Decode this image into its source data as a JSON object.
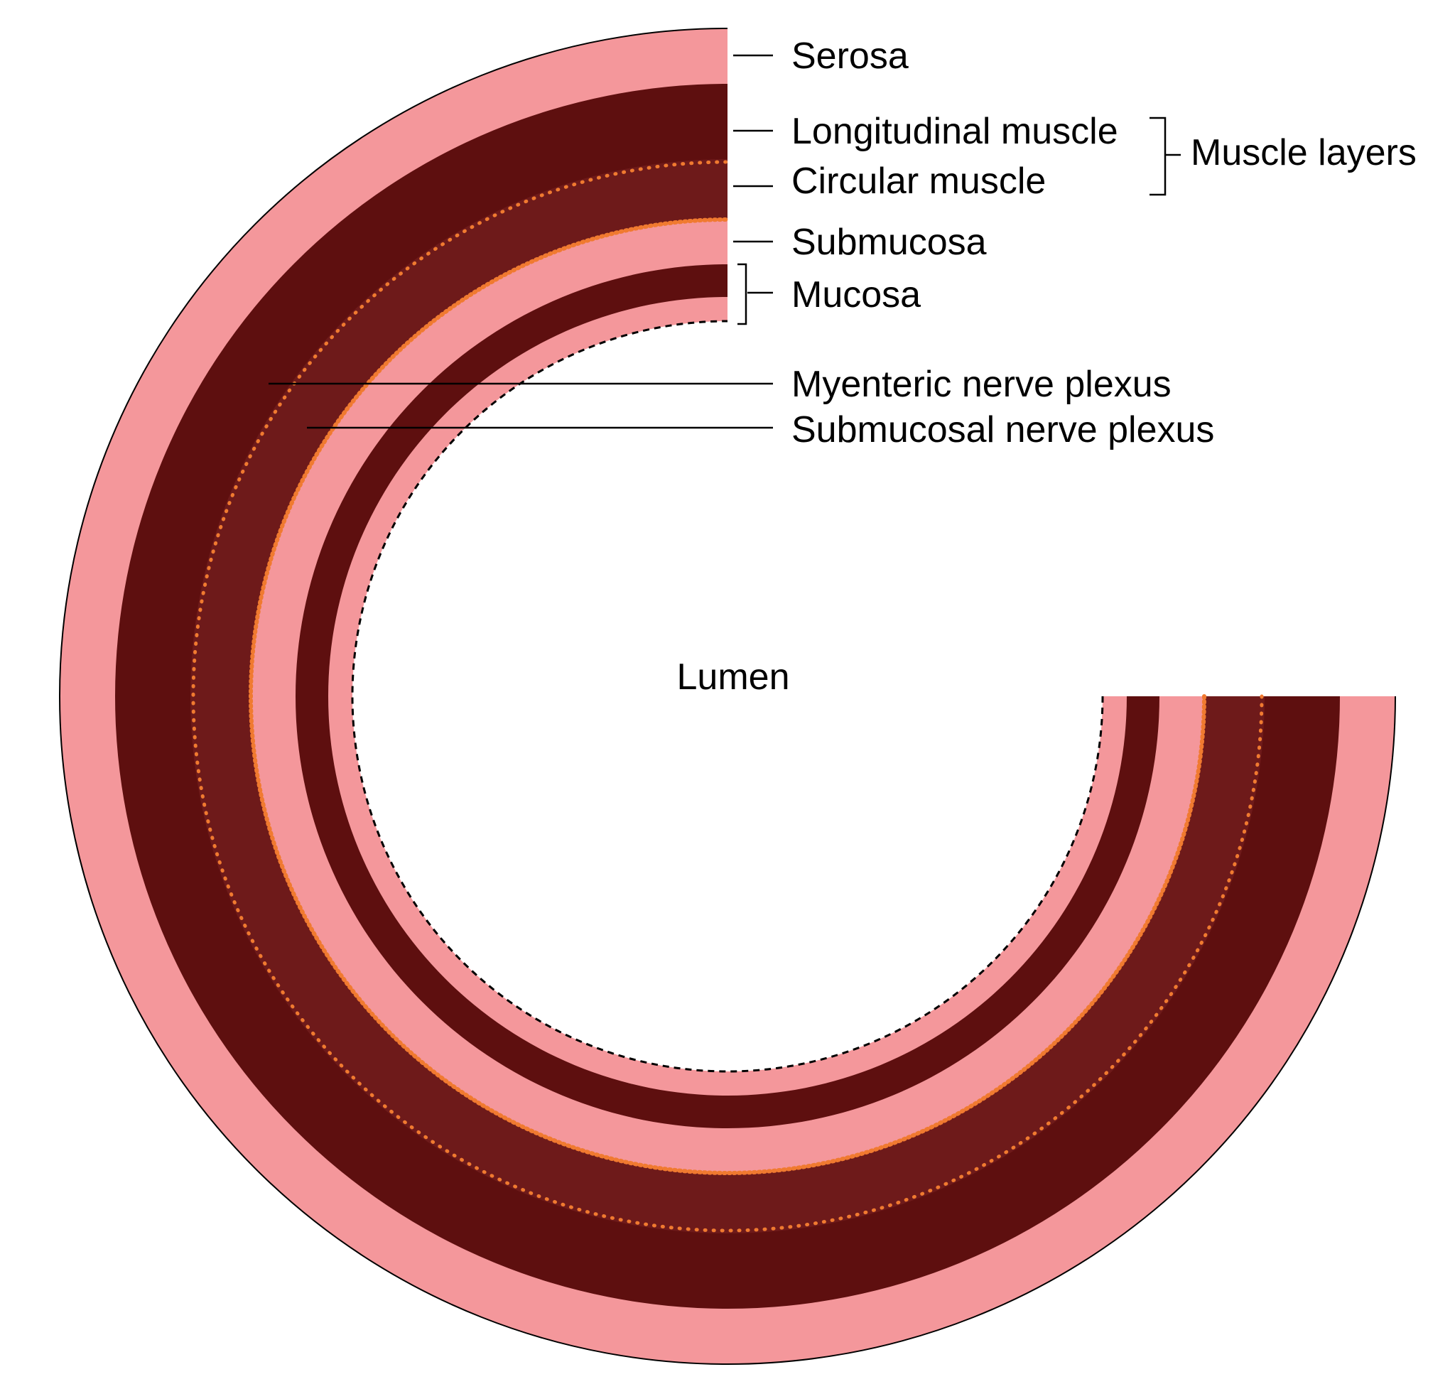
{
  "labels": {
    "serosa": "Serosa",
    "longitudinal_muscle": "Longitudinal muscle",
    "circular_muscle": "Circular muscle",
    "muscle_layers": "Muscle layers",
    "submucosa": "Submucosa",
    "mucosa": "Mucosa",
    "myenteric_plexus": "Myenteric nerve plexus",
    "submucosal_plexus": "Submucosal nerve plexus",
    "lumen": "Lumen"
  },
  "colors": {
    "serosa": "#f4979b",
    "longitudinal_muscle": "#5e0f0f",
    "circular_muscle": "#6e1a1a",
    "submucosa": "#f4979b",
    "mucosa_muscularis": "#5e0f0f",
    "mucosa_epithelium": "#f4979b",
    "nerve_plexus": "#f07a30",
    "lumen": "#ffffff",
    "outline": "#000000"
  }
}
